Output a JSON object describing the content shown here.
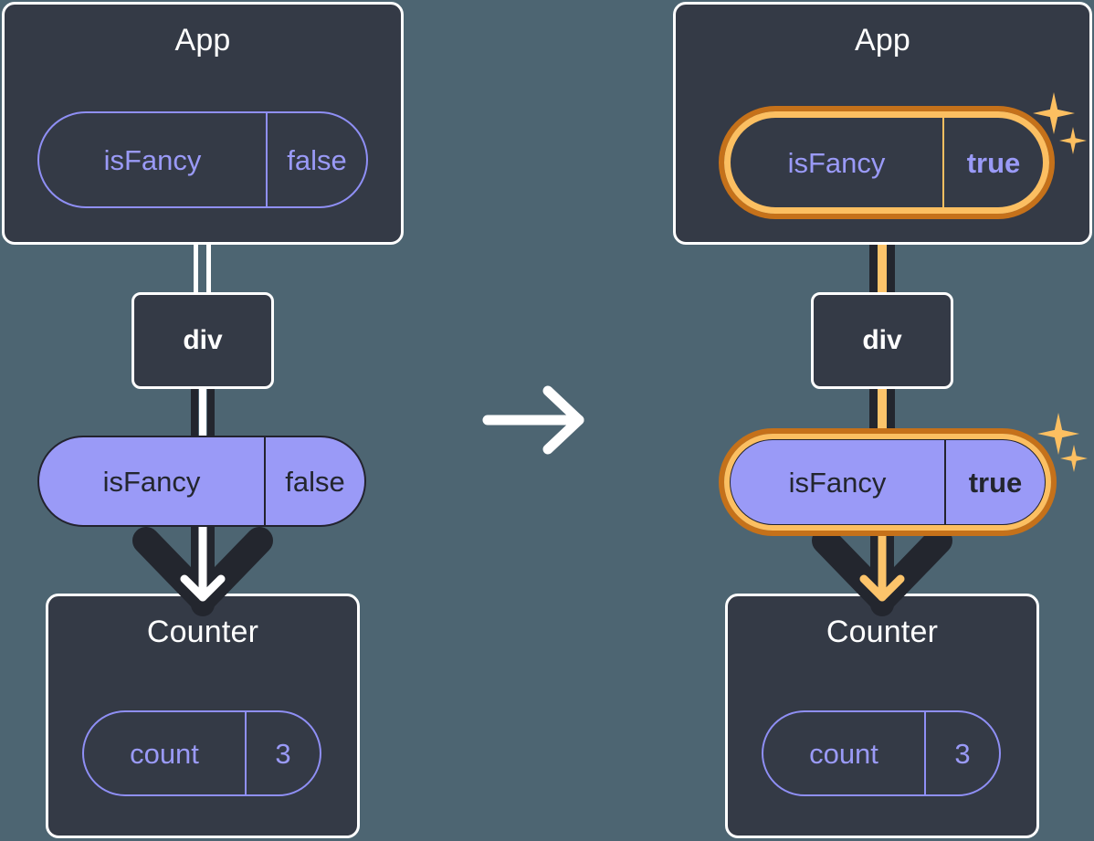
{
  "diagram": {
    "title": "React state update propagation diagram",
    "transition_icon": "right-arrow-icon",
    "colors": {
      "background": "#4d6572",
      "panel": "#343a46",
      "panel_border": "#ffffff",
      "pill_purple": "#9a9af7",
      "highlight_orange": "#fcbf61",
      "highlight_orange_dark": "#c5711a",
      "connector_dark": "#23262e",
      "text_dark": "#23262e"
    }
  },
  "before": {
    "app": {
      "title": "App",
      "state": {
        "key": "isFancy",
        "value": "false",
        "highlighted": false,
        "bold": false
      }
    },
    "div": {
      "label": "div"
    },
    "prop": {
      "key": "isFancy",
      "value": "false",
      "highlighted": false,
      "bold": false
    },
    "counter": {
      "title": "Counter",
      "state": {
        "key": "count",
        "value": "3"
      }
    }
  },
  "after": {
    "app": {
      "title": "App",
      "state": {
        "key": "isFancy",
        "value": "true",
        "highlighted": true,
        "bold": true
      }
    },
    "div": {
      "label": "div"
    },
    "prop": {
      "key": "isFancy",
      "value": "true",
      "highlighted": true,
      "bold": true
    },
    "counter": {
      "title": "Counter",
      "state": {
        "key": "count",
        "value": "3"
      }
    },
    "sparkles": [
      {
        "name": "sparkle-app-big"
      },
      {
        "name": "sparkle-app-small"
      },
      {
        "name": "sparkle-prop-big"
      },
      {
        "name": "sparkle-prop-small"
      }
    ]
  }
}
